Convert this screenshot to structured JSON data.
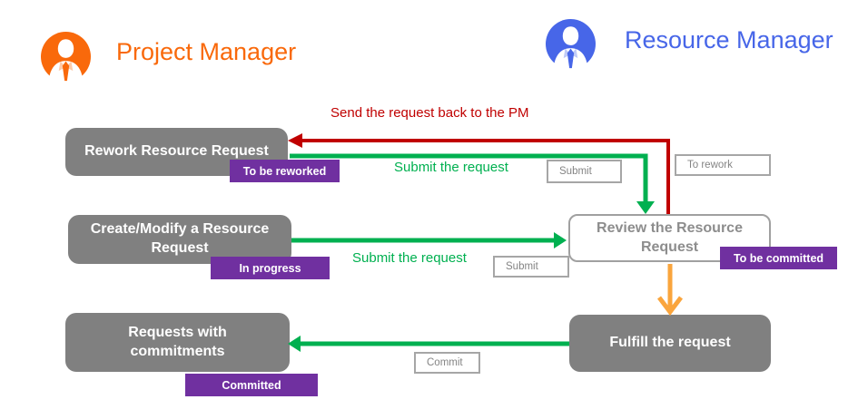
{
  "header": {
    "pm_label": "Project Manager",
    "rm_label": "Resource Manager"
  },
  "nodes": {
    "rework": {
      "label": "Rework Resource Request",
      "status": "To be reworked"
    },
    "create": {
      "label": "Create/Modify a Resource Request",
      "status": "In progress"
    },
    "review": {
      "label": "Review the Resource Request",
      "status": "To be committed"
    },
    "fulfill": {
      "label": "Fulfill the request"
    },
    "requests": {
      "label": "Requests with commitments",
      "status": "Committed"
    }
  },
  "buttons": {
    "submit_top": "Submit",
    "to_rework": "To rework",
    "submit_mid": "Submit",
    "commit": "Commit"
  },
  "edge_labels": {
    "send_back": "Send the request back to the PM",
    "submit_top": "Submit the request",
    "submit_mid": "Submit the request"
  },
  "icons": {
    "pm_avatar": "person-icon",
    "rm_avatar": "person-icon"
  },
  "colors": {
    "pm_orange": "#f9690b",
    "rm_blue": "#4766e8",
    "node_gray": "#808080",
    "badge_purple": "#7030a0",
    "arrow_green": "#00b050",
    "arrow_red": "#c00000",
    "arrow_orange": "#faa53d",
    "button_border": "#a6a6a6",
    "review_text": "#8d8d8d"
  }
}
